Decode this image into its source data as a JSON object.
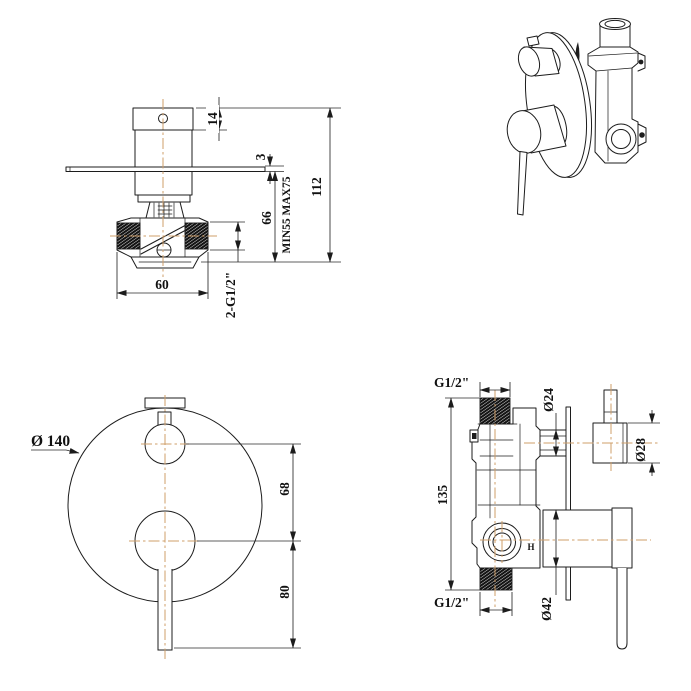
{
  "drawing": {
    "type": "technical-dimension-drawing",
    "subject": "concealed wall-mixer with diverter, four orthographic and perspective views",
    "colors": {
      "line": "#1c1c1c",
      "centerline": "#cf9f6a",
      "background": "#ffffff"
    }
  },
  "views": {
    "side": {
      "name": "side-elevation",
      "dims": {
        "cap_height": "14",
        "lever_thickness": "3",
        "wall_depth": "66",
        "wall_depth_range": "MIN55 MAX75",
        "overall_depth": "112",
        "body_width": "60",
        "inlet_thread": "2-G1/2\""
      }
    },
    "perspective": {
      "name": "perspective-view"
    },
    "front": {
      "name": "front-view",
      "dims": {
        "plate_diameter": "Ø 140",
        "handle_spacing": "68",
        "lever_length": "80"
      }
    },
    "section": {
      "name": "section-side-view",
      "dims": {
        "top_outlet_thread": "G1/2\"",
        "stem_diameter": "Ø24",
        "knob_diameter": "Ø28",
        "body_height": "135",
        "bottom_inlet_thread": "G1/2\"",
        "handle_diameter": "Ø42",
        "hot_marking": "H"
      }
    }
  }
}
